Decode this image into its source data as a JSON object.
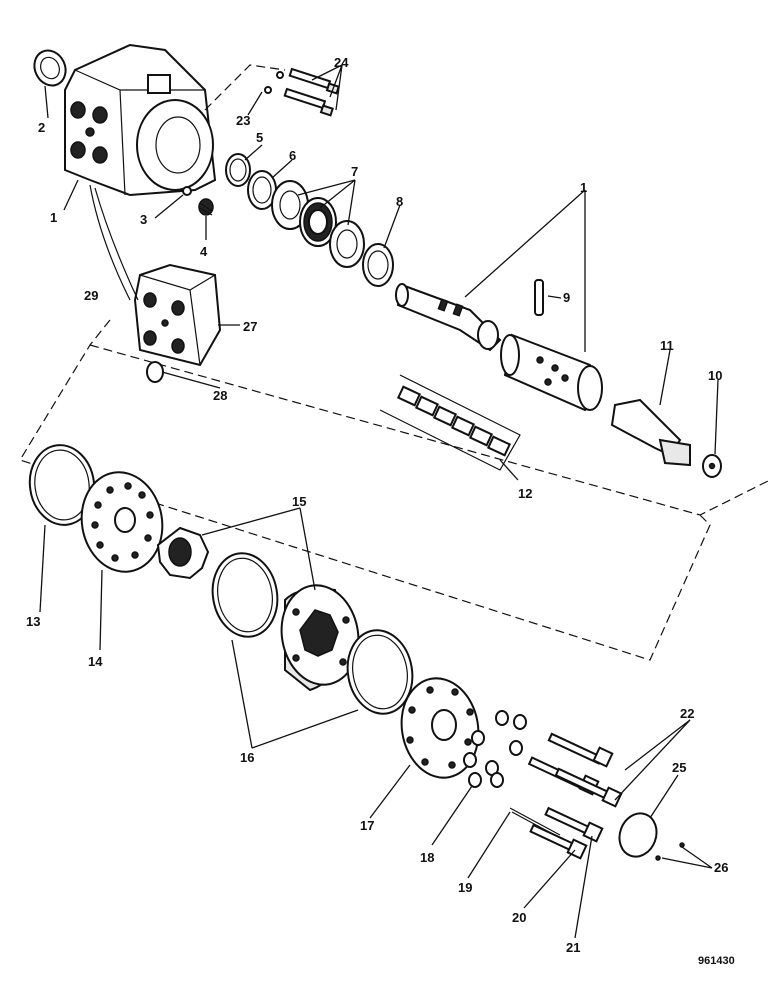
{
  "drawing_ref": "961430",
  "callouts": [
    "1",
    "2",
    "3",
    "4",
    "5",
    "6",
    "7",
    "8",
    "9",
    "10",
    "11",
    "12",
    "13",
    "14",
    "15",
    "16",
    "17",
    "18",
    "19",
    "20",
    "21",
    "22",
    "23",
    "24",
    "25",
    "26",
    "27",
    "28",
    "29"
  ],
  "colors": {
    "ink": "#111111",
    "paper": "#ffffff",
    "shade": "#e8e8e8"
  }
}
